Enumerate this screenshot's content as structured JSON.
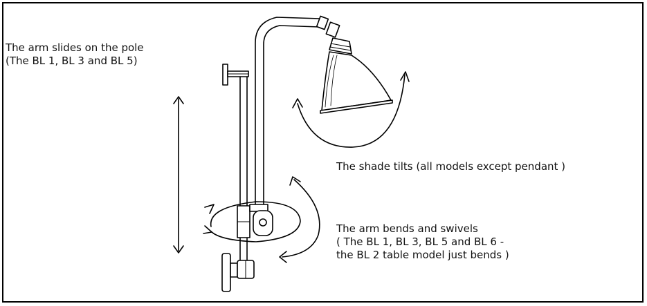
{
  "annotations": {
    "slide": {
      "line1": "The arm slides on the pole",
      "line2": "(The BL 1, BL 3 and BL 5)"
    },
    "tilt": {
      "line1": "The shade tilts (all models except pendant )"
    },
    "bend": {
      "line1": "The arm bends and swivels",
      "line2": "( The BL 1, BL 3, BL 5 and BL 6 -",
      "line3": "the BL 2 table model just bends )"
    }
  },
  "colors": {
    "ink": "#000000",
    "background": "#ffffff"
  }
}
